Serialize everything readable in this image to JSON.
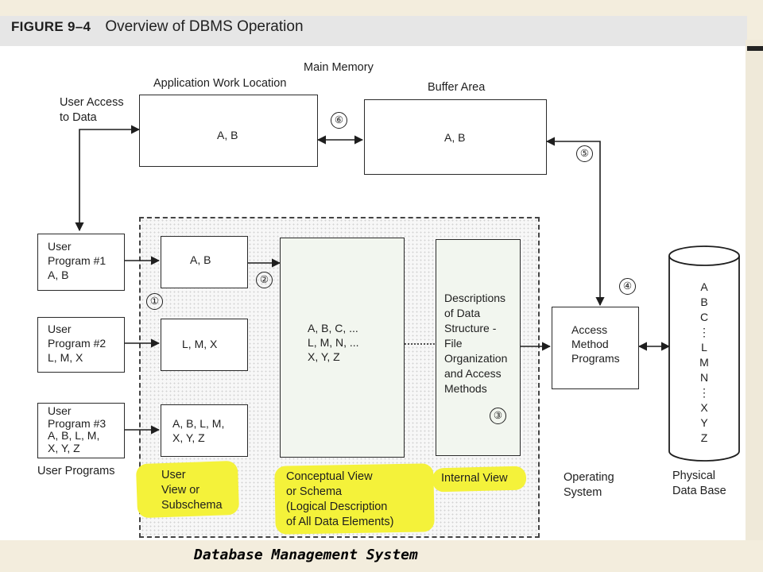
{
  "figure": {
    "number": "FIGURE 9–4",
    "title": "Overview of DBMS Operation"
  },
  "main_memory_label": "Main Memory",
  "application_work_location": {
    "label": "Application Work Location",
    "contents": "A, B"
  },
  "buffer_area": {
    "label": "Buffer Area",
    "contents": "A, B"
  },
  "user_access_label": "User Access\nto Data",
  "user_programs": {
    "label": "User Programs",
    "items": [
      {
        "name": "User\nProgram #1\nA, B"
      },
      {
        "name": "User\nProgram #2\nL, M, X"
      },
      {
        "name": "User\nProgram #3\nA, B, L, M,\nX, Y, Z"
      }
    ]
  },
  "subschemas": [
    "A, B",
    "L, M, X",
    "A, B, L, M,\nX, Y, Z"
  ],
  "schema_contents": "A, B, C, ...\nL, M, N, ...\nX, Y, Z",
  "internal_view_contents": "Descriptions\nof Data\nStructure -\nFile\nOrganization\nand Access\nMethods",
  "access_method": {
    "contents": "Access\nMethod\nPrograms",
    "label": "Operating\nSystem"
  },
  "physical_database": {
    "label": "Physical\nData Base",
    "letters": [
      "A",
      "B",
      "C",
      "⋮",
      "L",
      "M",
      "N",
      "⋮",
      "X",
      "Y",
      "Z"
    ]
  },
  "step_numbers": [
    "①",
    "②",
    "③",
    "④",
    "⑤",
    "⑥"
  ],
  "highlighted_labels": {
    "user_view": "User\nView or\nSubschema",
    "conceptual_view": "Conceptual View\nor Schema\n(Logical Description\nof All Data Elements)",
    "internal_view": "Internal View"
  },
  "caption": "Database Management System",
  "colors": {
    "highlight": "#f4f23a",
    "line": "#2a2a2a",
    "paper": "#ffffff",
    "background": "#f3eddd"
  }
}
